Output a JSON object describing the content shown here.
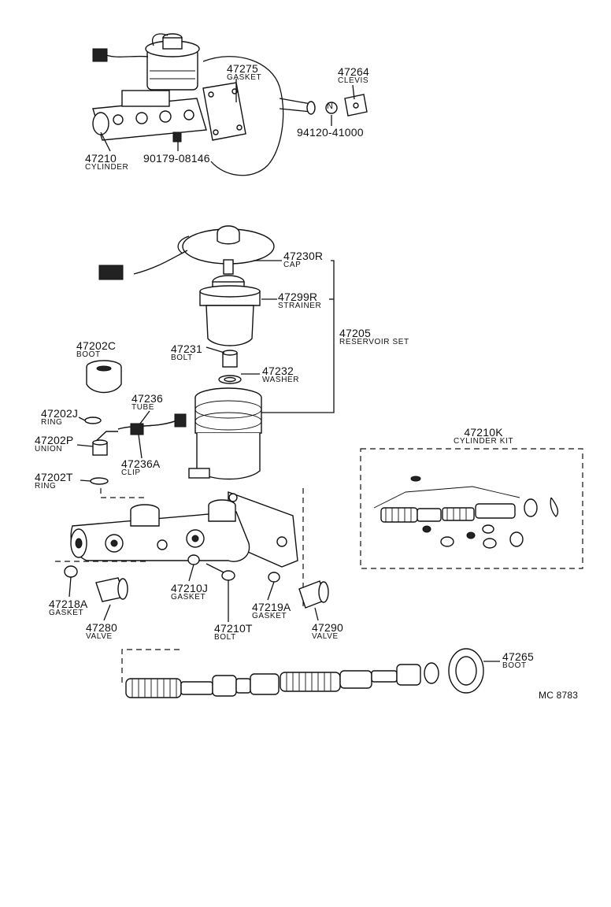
{
  "parts": [
    {
      "id": "p47275",
      "number": "47275",
      "name": "GASKET"
    },
    {
      "id": "p47264",
      "number": "47264",
      "name": "CLEVIS"
    },
    {
      "id": "p94120",
      "number": "94120-41000",
      "name": ""
    },
    {
      "id": "p47210",
      "number": "47210",
      "name": "CYLINDER"
    },
    {
      "id": "p90179",
      "number": "90179-08146",
      "name": ""
    },
    {
      "id": "p47230R",
      "number": "47230R",
      "name": "CAP"
    },
    {
      "id": "p47299R",
      "number": "47299R",
      "name": "STRAINER"
    },
    {
      "id": "p47205",
      "number": "47205",
      "name": "RESERVOIR SET"
    },
    {
      "id": "p47202C",
      "number": "47202C",
      "name": "BOOT"
    },
    {
      "id": "p47231",
      "number": "47231",
      "name": "BOLT"
    },
    {
      "id": "p47232",
      "number": "47232",
      "name": "WASHER"
    },
    {
      "id": "p47236",
      "number": "47236",
      "name": "TUBE"
    },
    {
      "id": "p47202J",
      "number": "47202J",
      "name": "RING"
    },
    {
      "id": "p47202P",
      "number": "47202P",
      "name": "UNION"
    },
    {
      "id": "p47236A",
      "number": "47236A",
      "name": "CLIP"
    },
    {
      "id": "p47202T",
      "number": "47202T",
      "name": "RING"
    },
    {
      "id": "p47210K",
      "number": "47210K",
      "name": "CYLINDER KIT"
    },
    {
      "id": "p47210J",
      "number": "47210J",
      "name": "GASKET"
    },
    {
      "id": "p47219A",
      "number": "47219A",
      "name": "GASKET"
    },
    {
      "id": "p47218A",
      "number": "47218A",
      "name": "GASKET"
    },
    {
      "id": "p47280",
      "number": "47280",
      "name": "VALVE"
    },
    {
      "id": "p47210T",
      "number": "47210T",
      "name": "BOLT"
    },
    {
      "id": "p47290",
      "number": "47290",
      "name": "VALVE"
    },
    {
      "id": "p47265",
      "number": "47265",
      "name": "BOOT"
    }
  ],
  "nut_marker": "N",
  "diagram_code": "MC 8783"
}
